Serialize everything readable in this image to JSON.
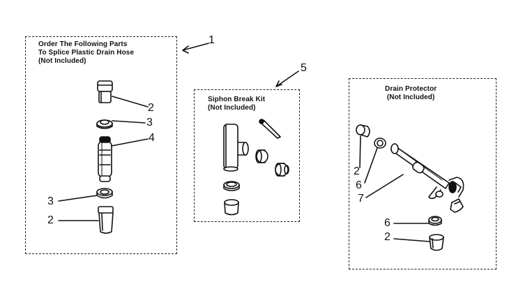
{
  "boxes": {
    "splice": {
      "title_lines": [
        "Order The Following Parts",
        "To Splice Plastic Drain Hose",
        "(Not Included)"
      ]
    },
    "siphon": {
      "title_lines": [
        "Siphon Break Kit",
        "(Not Included)"
      ]
    },
    "protector": {
      "title_lines": [
        "Drain Protector",
        "(Not Included)"
      ]
    }
  },
  "callouts": {
    "c1": "1",
    "c5": "5",
    "splice_2a": "2",
    "splice_3a": "3",
    "splice_4": "4",
    "splice_3b": "3",
    "splice_2b": "2",
    "prot_2a": "2",
    "prot_6a": "6",
    "prot_7": "7",
    "prot_6b": "6",
    "prot_2b": "2"
  },
  "colors": {
    "ink": "#111111",
    "paper": "#ffffff"
  }
}
